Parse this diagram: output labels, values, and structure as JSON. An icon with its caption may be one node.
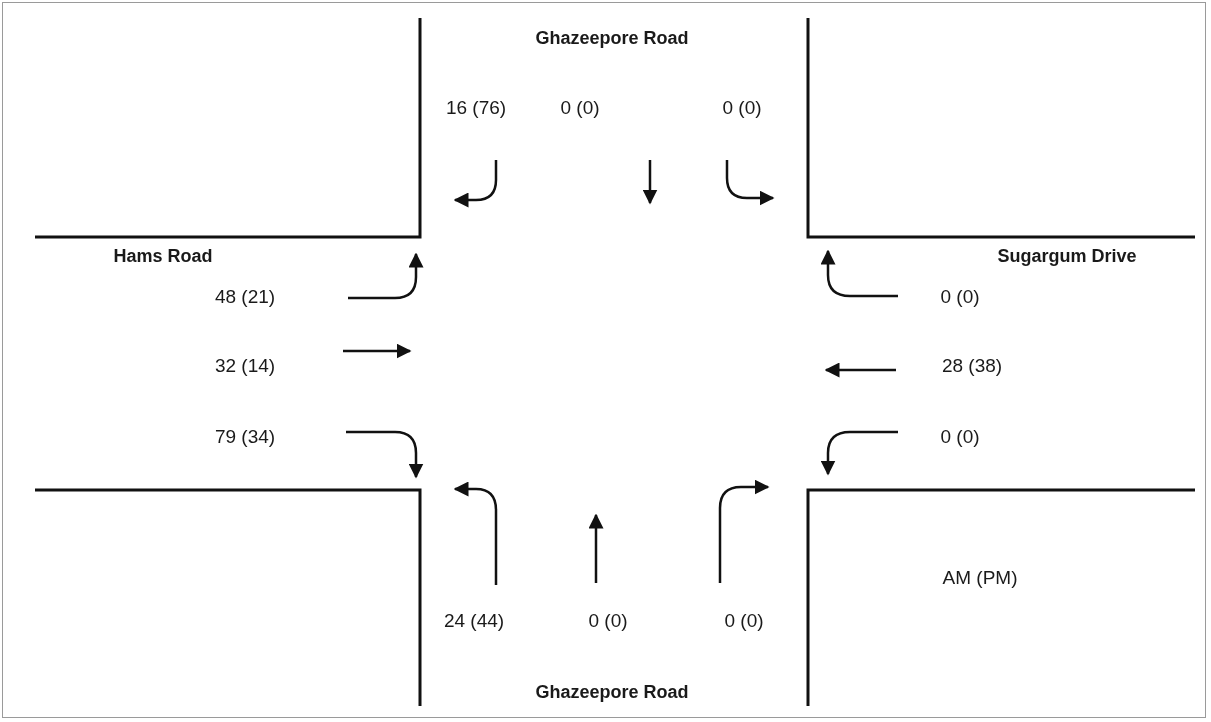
{
  "diagram": {
    "labels": [
      "Ghazeepore Road",
      "16 (76)",
      "0 (0)",
      "0 (0)",
      "Hams Road",
      "Sugargum Drive",
      "48 (21)",
      "0 (0)",
      "32 (14)",
      "28 (38)",
      "79 (34)",
      "0 (0)",
      "24 (44)",
      "0 (0)",
      "0 (0)",
      "AM (PM)",
      "Ghazeepore Road"
    ]
  }
}
